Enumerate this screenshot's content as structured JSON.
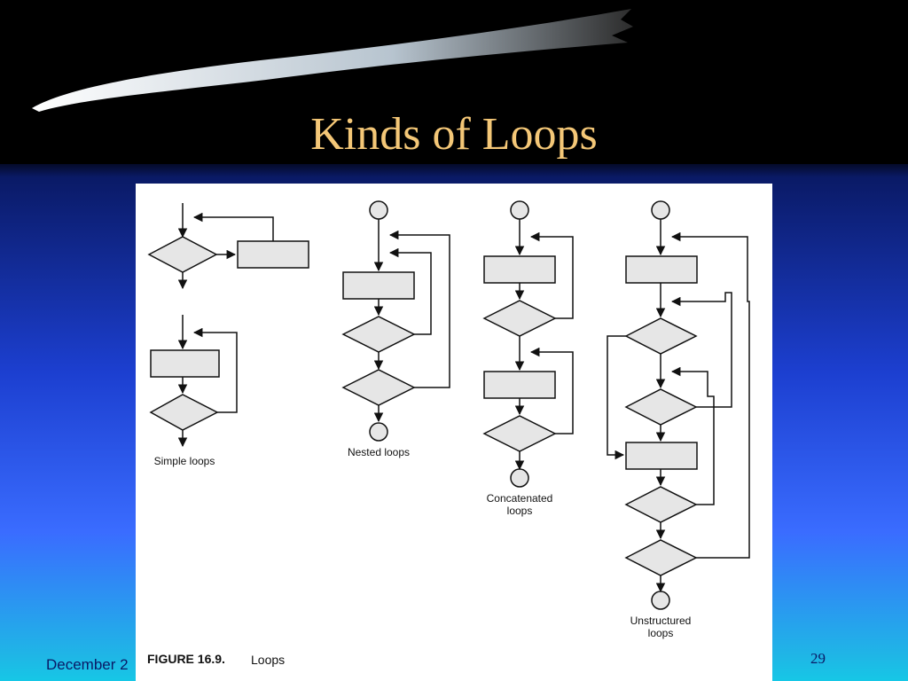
{
  "slide": {
    "title": "Kinds of Loops",
    "footer_date": "December 2",
    "slide_number": "29"
  },
  "figure": {
    "caption_label": "FIGURE 16.9.",
    "caption_text": "Loops",
    "labels": {
      "simple": "Simple loops",
      "nested": "Nested loops",
      "concatenated_line1": "Concatenated",
      "concatenated_line2": "loops",
      "unstructured_line1": "Unstructured",
      "unstructured_line2": "loops"
    }
  },
  "colors": {
    "title": "#f4c777",
    "footer": "#0a1a66",
    "shape_fill": "#e6e6e6"
  }
}
